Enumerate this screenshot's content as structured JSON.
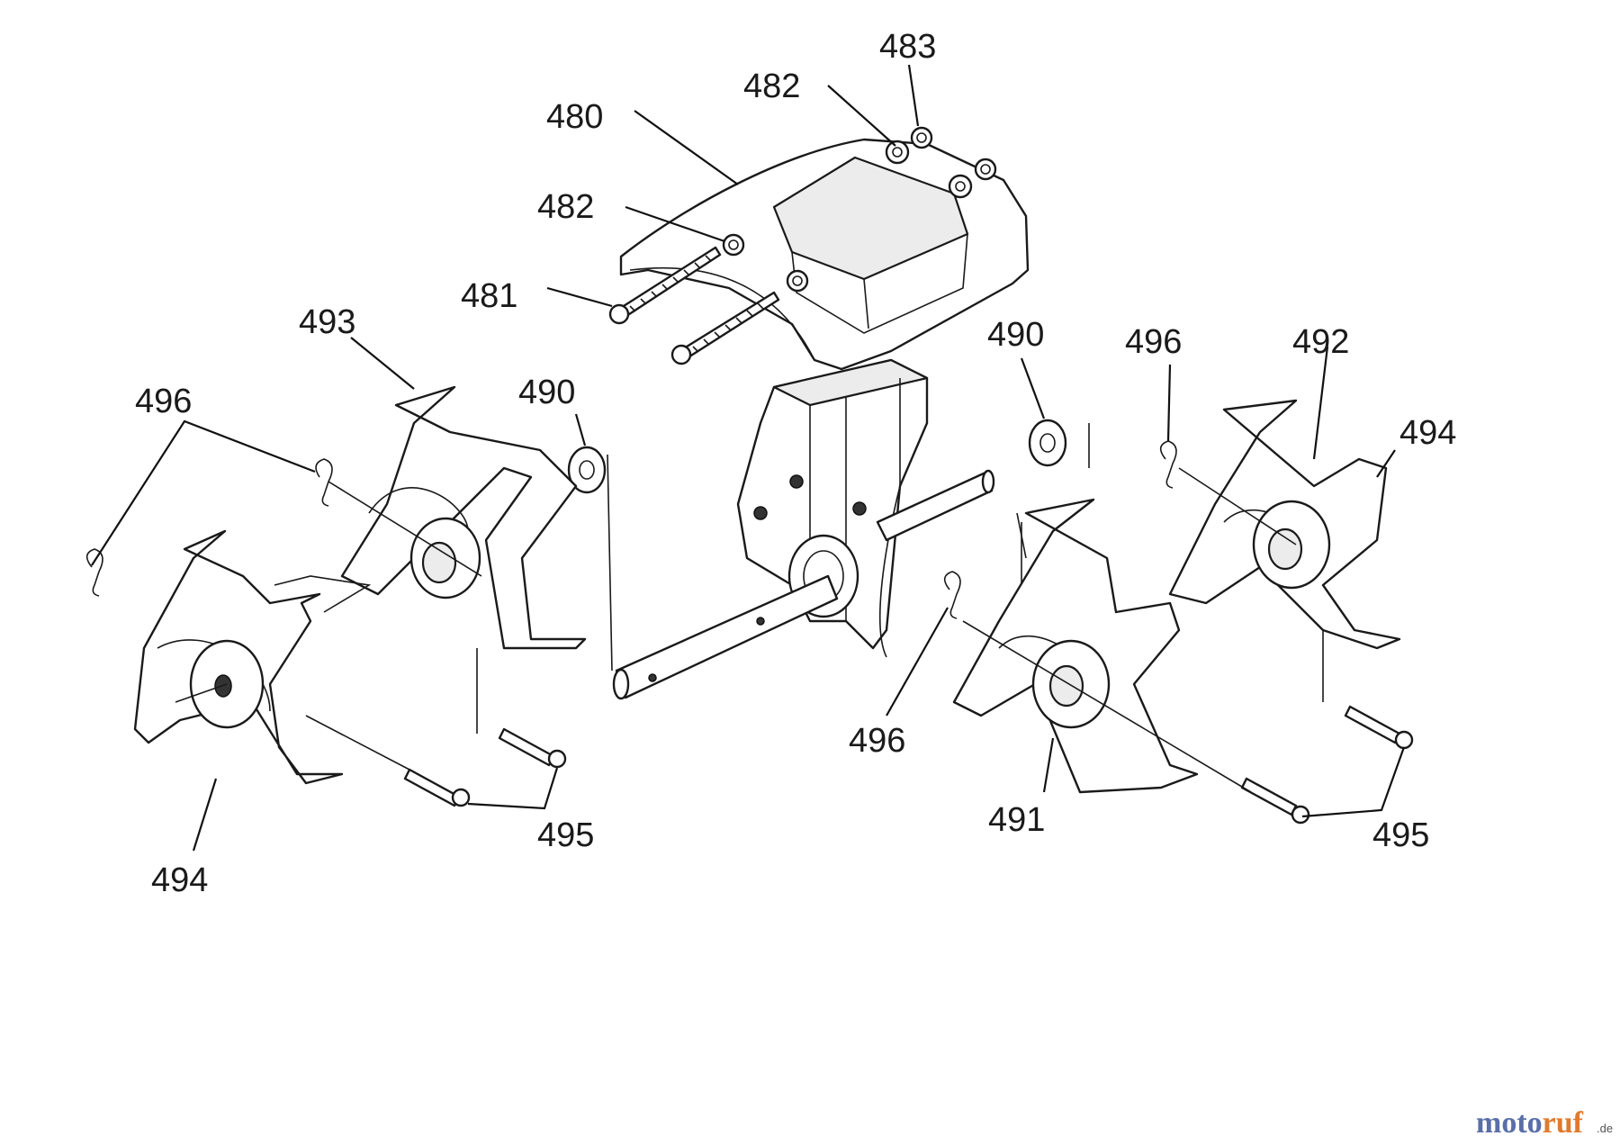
{
  "callouts": {
    "c480": "480",
    "c481": "481",
    "c482a": "482",
    "c482b": "482",
    "c483": "483",
    "c490a": "490",
    "c490b": "490",
    "c491": "491",
    "c492": "492",
    "c493": "493",
    "c494a": "494",
    "c494b": "494",
    "c495a": "495",
    "c495b": "495",
    "c496a": "496",
    "c496b": "496",
    "c496c": "496"
  },
  "watermark": {
    "brand": "motoruf",
    "tld": ".de",
    "color_a": "#5a6fa8",
    "color_b": "#e07a2e"
  }
}
